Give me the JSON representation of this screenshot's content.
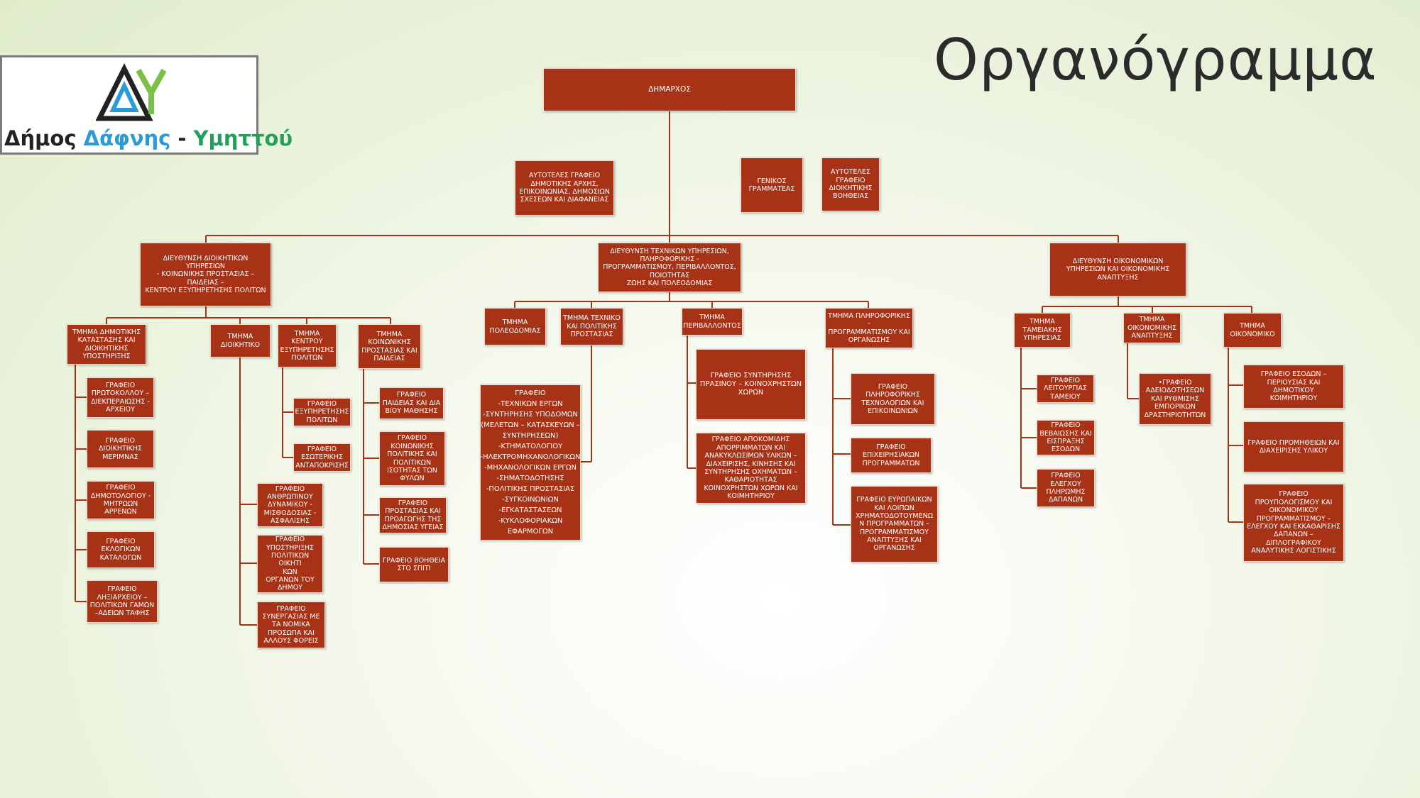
{
  "title": "Οργανόγραμμα",
  "logo": {
    "part1": "Δήμος ",
    "part2": "Δάφνης",
    "part3": " - ",
    "part4": "Υμηττού"
  },
  "colors": {
    "box": "#a83216",
    "line": "#a83216",
    "logo_blue": "#2b9bd8",
    "logo_green": "#22a05a"
  },
  "nodes": {
    "mayor": "ΔΗΜΑΡΧΟΣ",
    "office_mayor": "ΑΥΤΟΤΕΛΕΣ ΓΡΑΦΕΙΟ\nΔΗΜΟΤΙΚΗΣ ΑΡΧΗΣ,\nΕΠΙΚΟΙΝΩΝΙΑΣ, ΔΗΜΟΣΙΩΝ\nΣΧΕΣΕΩΝ ΚΑΙ ΔΙΑΦΑΝΕΙΑΣ",
    "secretary": "ΓΕΝΙΚΟΣ\nΓΡΑΜΜΑΤΕΑΣ",
    "office_admin_help": "ΑΥΤΟΤΕΛΕΣ\nΓΡΑΦΕΙΟ\nΔΙΟΙΚΗΤΙΚΗΣ\nΒΟΗΘΕΙΑΣ",
    "dir_admin": "ΔΙΕΥΘΥΝΣΗ ΔΙΟΙΚΗΤΙΚΩΝ ΥΠΗΡΕΣΙΩΝ\n- ΚΟΙΝΩΝΙΚΗΣ ΠΡΟΣΤΑΣΙΑΣ –\nΠΑΙΔΕΙΑΣ –\nΚΕΝΤΡΟΥ ΕΞΥΠΗΡΕΤΗΣΗΣ ΠΟΛΙΤΩΝ",
    "dir_tech": "ΔΙΕΥΘΥΝΣΗ ΤΕΧΝΙΚΩΝ ΥΠΗΡΕΣΙΩΝ,\nΠΛΗΡΟΦΟΡΙΚΗΣ -\nΠΡΟΓΡΑΜΜΑΤΙΣΜΟΥ, ΠΕΡΙΒΑΛΛΟΝΤΟΣ,\nΠΟΙΟΤΗΤΑΣ\nΖΩΗΣ ΚΑΙ ΠΟΛΕΟΔΟΜΙΑΣ",
    "dir_econ": "ΔΙΕΥΘΥΝΣΗ ΟΙΚΟΝΟΜΙΚΩΝ\nΥΠΗΡΕΣΙΩΝ ΚΑΙ ΟΙΚΟΝΟΜΙΚΗΣ\nΑΝΑΠΤΥΞΗΣ",
    "t_dimotikis": "ΤΜΗΜΑ ΔΗΜΟΤΙΚΗΣ\nΚΑΤΑΣΤΑΣΗΣ ΚΑΙ\nΔΙΟΙΚΗΤΙΚΗΣ\nΥΠΟΣΤΗΡΙΞΗΣ",
    "t_dioikitiko": "ΤΜΗΜΑ\nΔΙΟΙΚΗΤΙΚΟ",
    "t_kep": "ΤΜΗΜΑ\nΚΕΝΤΡΟΥ\nΕΞΥΠΗΡΕΤΗΣΗΣ\nΠΟΛΙΤΩΝ",
    "t_koinonikis": "ΤΜΗΜΑ\nΚΟΙΝΩΝΙΚΗΣ\nΠΡΟΣΤΑΣΙΑΣ ΚΑΙ\nΠΑΙΔΕΙΑΣ",
    "g_protokollou": "ΓΡΑΦΕΙΟ\nΠΡΩΤΟΚΟΛΛΟΥ –\nΔΙΕΚΠΕΡΑΙΩΣΗΣ -\nΑΡΧΕΙΟΥ",
    "g_dioik_merimnas": "ΓΡΑΦΕΙΟ\nΔΙΟΙΚΗΤΙΚΗΣ\nΜΕΡΙΜΝΑΣ",
    "g_dimotologiou": "ΓΡΑΦΕΙΟ\nΔΗΜΟΤΟΛΟΓΙΟΥ -\nΜΗΤΡΩΩΝ\nΑΡΡΕΝΩΝ",
    "g_eklogikon": "ΓΡΑΦΕΙΟ\nΕΚΛΟΓΙΚΩΝ\nΚΑΤΑΛΟΓΩΝ",
    "g_lixiarxeiou": "ΓΡΑΦΕΙΟ\nΛΗΞΙΑΡΧΕΙΟΥ –\nΠΟΛΙΤΙΚΩΝ ΓΑΜΩΝ\n–ΑΔΕΙΩΝ ΤΑΦΗΣ",
    "g_anthropinou": "ΓΡΑΦΕΙΟ\nΑΝΘΡΩΠΙΝΟΥ\nΔΥΝΑΜΙΚΟΥ -\nΜΙΣΘΟΔΟΣΙΑΣ -\nΑΣΦΑΛΙΣΗΣ",
    "g_ypostirixis": "ΓΡΑΦΕΙΟ\nΥΠΟΣΤΗΡΙΞΗΣ\nΠΟΛΙΤΙΚΩΝ ΟΙΚΗΤΙ\nΚΩΝ\nΟΡΓΑΝΩΝ ΤΟΥ\nΔΗΜΟΥ",
    "g_synergasias": "ΓΡΑΦΕΙΟ\nΣΥΝΕΡΓΑΣΙΑΣ ΜΕ\nΤΑ ΝΟΜΙΚΑ\nΠΡΟΣΩΠΑ ΚΑΙ\nΑΛΛΟΥΣ ΦΟΡΕΙΣ",
    "g_exypiretisis": "ΓΡΑΦΕΙΟ\nΕΞΥΠΗΡΕΤΗΣΗΣ\nΠΟΛΙΤΩΝ",
    "g_esoterikis": "ΓΡΑΦΕΙΟ\nΕΣΩΤΕΡΙΚΗΣ\nΑΝΤΑΠΟΚΡΙΣΗΣ",
    "g_paideias": "ΓΡΑΦΕΙΟ\nΠΑΙΔΕΙΑΣ ΚΑΙ ΔΙΑ\nΒΙΟΥ ΜΑΘΗΣΗΣ",
    "g_koin_politikis": "ΓΡΑΦΕΙΟ\nΚΟΙΝΩΝΙΚΗΣ\nΠΟΛΙΤΙΚΗΣ ΚΑΙ\nΠΟΛΙΤΙΚΩΝ\nΙΣΟΤΗΤΑΣ ΤΩΝ\nΦΥΛΩΝ",
    "g_prostasias_ygeias": "ΓΡΑΦΕΙΟ\nΠΡΟΣΤΑΣΙΑΣ ΚΑΙ\nΠΡΟΑΓΩΓΗΣ ΤΗΣ\nΔΗΜΟΣΙΑΣ ΥΓΕΙΑΣ",
    "g_voitheia": "ΓΡΑΦΕΙΟ ΒΟΗΘΕΙΑ\nΣΤΟ ΣΠΙΤΙ",
    "t_poleodomias": "ΤΜΗΜΑ\nΠΟΛΕΟΔΟΜΙΑΣ",
    "t_texniko": "ΤΜΗΜΑ ΤΕΧΝΙΚΟ\nΚΑΙ ΠΟΛΙΤΙΚΗΣ\nΠΡΟΣΤΑΣΙΑΣ",
    "t_perivallontos": "ΤΜΗΜΑ\nΠΕΡΙΒΑΛΛΟΝΤΟΣ",
    "t_pliroforikis": "ΤΜΗΜΑ ΠΛΗΡΟΦΟΡΙΚΗΣ -\nΠΡΟΓΡΑΜΜΑΤΙΣΜΟΥ ΚΑΙ\nΟΡΓΑΝΩΣΗΣ",
    "g_texnikon_ergon": "ΓΡΑΦΕΙΟ\n-ΤΕΧΝΙΚΩΝ ΕΡΓΩΝ\n-ΣΥΝΤΗΡΗΣΗΣ ΥΠΟΔΟΜΩΝ\n(ΜΕΛΕΤΩΝ – ΚΑΤΑΣΚΕΥΩΝ –\nΣΥΝΤΗΡΗΣΕΩΝ)\n-ΚΤΗΜΑΤΟΛΟΓΙΟΥ\n-ΗΛΕΚΤΡΟΜΗΧΑΝΟΛΟΓΙΚΩΝ\n-ΜΗΧΑΝΟΛΟΓΙΚΩΝ ΕΡΓΩΝ\n-ΣΗΜΑΤΟΔΟΤΗΣΗΣ\n-ΠΟΛΙΤΙΚΗΣ ΠΡΟΣΤΑΣΙΑΣ\n-ΣΥΓΚΟΙΝΩΝΙΩΝ\n-ΕΓΚΑΤΑΣΤΑΣΕΩΝ\n-ΚΥΚΛΟΦΟΡΙΑΚΩΝ\nΕΦΑΡΜΟΓΩΝ",
    "g_prasinou": "ΓΡΑΦΕΙΟ ΣΥΝΤΗΡΗΣΗΣ\nΠΡΑΣΙΝΟΥ – ΚΟΙΝΟΧΡΗΣΤΩΝ\nΧΩΡΩΝ",
    "g_apokomidis": "ΓΡΑΦΕΙΟ ΑΠΟΚΟΜΙΔΗΣ\nΑΠΟΡΡΙΜΜΑΤΩΝ ΚΑΙ\nΑΝΑΚΥΚΛΩΣΙΜΩΝ ΥΛΙΚΩΝ –\nΔΙΑΧΕΙΡΙΣΗΣ, ΚΙΝΗΣΗΣ ΚΑΙ\nΣΥΝΤΗΡΗΣΗΣ ΟΧΗΜΑΤΩΝ –\nΚΑΘΑΡΙΟΤΗΤΑΣ\nΚΟΙΝΟΧΡΗΣΤΩΝ ΧΩΡΩΝ ΚΑΙ\nΚΟΙΜΗΤΗΡΙΟΥ",
    "g_pliroforikis": "ΓΡΑΦΕΙΟ\nΠΛΗΡΟΦΟΡΙΚΗΣ\nΤΕΧΝΟΛΟΓΙΩΝ ΚΑΙ\nΕΠΙΚΟΙΝΩΝΙΩΝ",
    "g_epixeirisiakon": "ΓΡΑΦΕΙΟ\nΕΠΙΧΕΙΡΗΣΙΑΚΩΝ\nΠΡΟΓΡΑΜΜΑΤΩΝ",
    "g_evropaikon": "ΓΡΑΦΕΙΟ ΕΥΡΩΠΑΙΚΩΝ\nΚΑΙ ΛΟΙΠΩΝ\nΧΡΗΜΑΤΟΔΟΤΟΥΜΕΝΩ\nΝ ΠΡΟΓΡΑΜΜΑΤΩΝ –\nΠΡΟΓΡΑΜΜΑΤΙΣΜΟΥ\nΑΝΑΠΤΥΞΗΣ ΚΑΙ\nΟΡΓΑΝΩΣΗΣ",
    "t_tameiakis": "ΤΜΗΜΑ\nΤΑΜΕΙΑΚΗΣ\nΥΠΗΡΕΣΙΑΣ",
    "t_oik_anaptyxis": "ΤΜΗΜΑ\nΟΙΚΟΝΟΜΙΚΗΣ\nΑΝΑΠΤΥΞΗΣ",
    "t_oikonomiko": "ΤΜΗΜΑ\nΟΙΚΟΝΟΜΙΚΟ",
    "g_leitourgias_tameiou": "ΓΡΑΦΕΙΟ\nΛΕΙΤΟΥΡΓΙΑΣ\nΤΑΜΕΙΟΥ",
    "g_vevaiosis": "ΓΡΑΦΕΙΟ\nΒΕΒΑΙΩΣΗΣ ΚΑΙ\nΕΙΣΠΡΑΞΗΣ\nΕΣΟΔΩΝ",
    "g_elegxou": "ΓΡΑΦΕΙΟ\nΕΛΕΓΧΟΥ\nΠΛΗΡΩΜΗΣ\nΔΑΠΑΝΩΝ",
    "g_adeiodotiseon": "•ΓΡΑΦΕΙΟ\nΑΔΕΙΟΔΟΤΗΣΕΩΝ\nΚΑΙ ΡΥΘΜΙΣΗΣ\nΕΜΠΟΡΙΚΩΝ\nΔΡΑΣΤΗΡΙΟΤΗΤΩΝ",
    "g_esodon": "ΓΡΑΦΕΙΟ ΕΣΟΔΩΝ –\nΠΕΡΙΟΥΣΙΑΣ ΚΑΙ ΔΗΜΟΤΙΚΟΥ\nΚΟΙΜΗΤΗΡΙΟΥ",
    "g_promitheion": "ΓΡΑΦΕΙΟ ΠΡΟΜΗΘΕΙΩΝ ΚΑΙ\nΔΙΑΧΕΙΡΙΣΗΣ ΥΛΙΚΟΥ",
    "g_proypologismou": "ΓΡΑΦΕΙΟ\nΠΡΟΥΠΟΛΟΓΙΣΜΟΥ ΚΑΙ\nΟΙΚΟΝΟΜΙΚΟΥ\nΠΡΟΓΡΑΜΜΑΤΙΣΜΟΥ –\nΕΛΕΓΧΟΥ ΚΑΙ ΕΚΚΑΘΑΡΙΣΗΣ\nΔΑΠΑΝΩΝ –\nΔΙΠΛΟΓΡΑΦΙΚΟΥ\nΑΝΑΛΥΤΙΚΗΣ ΛΟΓΙΣΤΙΚΗΣ"
  }
}
